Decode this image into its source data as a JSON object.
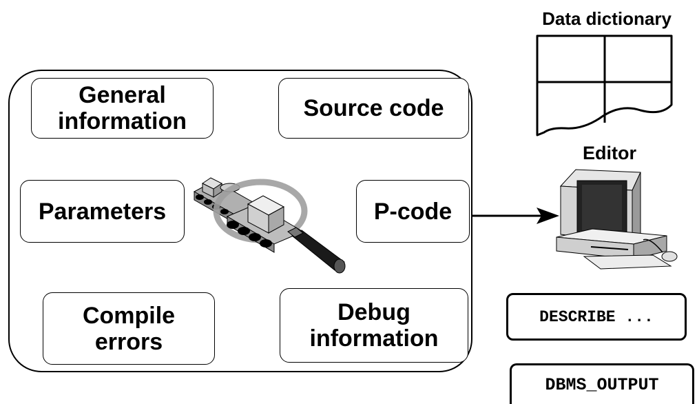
{
  "modules": {
    "general": "General\ninformation",
    "source": "Source code",
    "parameters": "Parameters",
    "pcode": "P-code",
    "compile": "Compile\nerrors",
    "debug": "Debug\ninformation"
  },
  "data_dictionary": {
    "title": "Data dictionary"
  },
  "editor": {
    "title": "Editor"
  },
  "commands": {
    "describe": "DESCRIBE ...",
    "dbms": "DBMS_OUTPUT"
  },
  "icons": [
    "magnifier-conveyor-icon",
    "data-dictionary-grid-icon",
    "computer-workstation-icon",
    "arrow-icon"
  ]
}
